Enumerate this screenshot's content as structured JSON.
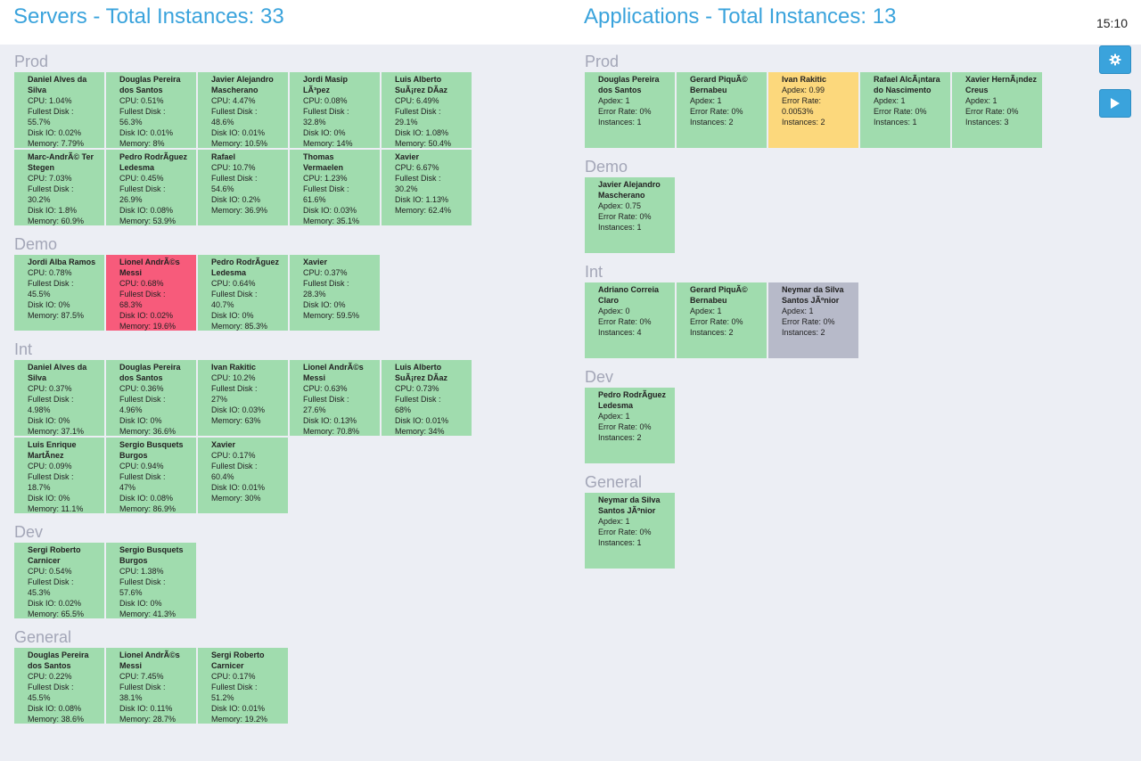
{
  "header": {
    "servers_title": "Servers - Total Instances: 33",
    "apps_title": "Applications - Total Instances: 13",
    "clock": "15:10"
  },
  "controls": {
    "settings_icon": "gear-icon",
    "play_icon": "play-icon",
    "accent_color": "#3aa3dc"
  },
  "status_colors": {
    "ok": "#a0dcae",
    "warning": "#fcd87c",
    "critical": "#f75b7b",
    "idle": "#b7bac9"
  },
  "servers": [
    {
      "env": "Prod",
      "tiles": [
        {
          "name": "Daniel Alves da Silva",
          "status": "ok",
          "lines": [
            "CPU: 1.04%",
            "Fullest Disk :",
            "55.7%",
            "Disk IO: 0.02%",
            "Memory: 7.79%"
          ]
        },
        {
          "name": "Douglas Pereira dos Santos",
          "status": "ok",
          "lines": [
            "CPU: 0.51%",
            "Fullest Disk :",
            "56.3%",
            "Disk IO: 0.01%",
            "Memory: 8%"
          ]
        },
        {
          "name": "Javier Alejandro Mascherano",
          "status": "ok",
          "lines": [
            "CPU: 4.47%",
            "Fullest Disk :",
            "48.6%",
            "Disk IO: 0.01%",
            "Memory: 10.5%"
          ]
        },
        {
          "name": "Jordi Masip LÃ³pez",
          "status": "ok",
          "lines": [
            "CPU: 0.08%",
            "Fullest Disk :",
            "32.8%",
            "Disk IO: 0%",
            "Memory: 14%"
          ]
        },
        {
          "name": "Luis Alberto SuÃ¡rez DÃaz",
          "status": "ok",
          "lines": [
            "CPU: 6.49%",
            "Fullest Disk :",
            "29.1%",
            "Disk IO: 1.08%",
            "Memory: 50.4%"
          ]
        },
        {
          "name": "Marc-AndrÃ© Ter Stegen",
          "status": "ok",
          "lines": [
            "CPU: 7.03%",
            "Fullest Disk :",
            "30.2%",
            "Disk IO: 1.8%",
            "Memory: 60.9%"
          ]
        },
        {
          "name": "Pedro RodrÃ­guez Ledesma",
          "status": "ok",
          "lines": [
            "CPU: 0.45%",
            "Fullest Disk :",
            "26.9%",
            "Disk IO: 0.08%",
            "Memory: 53.9%"
          ]
        },
        {
          "name": "Rafael",
          "status": "ok",
          "lines": [
            "CPU: 10.7%",
            "Fullest Disk :",
            "54.6%",
            "Disk IO: 0.2%",
            "Memory: 36.9%"
          ]
        },
        {
          "name": "Thomas Vermaelen",
          "status": "ok",
          "lines": [
            "CPU: 1.23%",
            "Fullest Disk :",
            "61.6%",
            "Disk IO: 0.03%",
            "Memory: 35.1%"
          ]
        },
        {
          "name": "Xavier",
          "status": "ok",
          "lines": [
            "CPU: 6.67%",
            "Fullest Disk :",
            "30.2%",
            "Disk IO: 1.13%",
            "Memory: 62.4%"
          ]
        }
      ]
    },
    {
      "env": "Demo",
      "tiles": [
        {
          "name": "Jordi Alba Ramos",
          "status": "ok",
          "lines": [
            "CPU: 0.78%",
            "Fullest Disk :",
            "45.5%",
            "Disk IO: 0%",
            "Memory: 87.5%"
          ]
        },
        {
          "name": "Lionel AndrÃ©s Messi",
          "status": "critical",
          "lines": [
            "CPU: 0.68%",
            "Fullest Disk :",
            "68.3%",
            "Disk IO: 0.02%",
            "Memory: 19.6%"
          ]
        },
        {
          "name": "Pedro RodrÃ­guez Ledesma",
          "status": "ok",
          "lines": [
            "CPU: 0.64%",
            "Fullest Disk :",
            "40.7%",
            "Disk IO: 0%",
            "Memory: 85.3%"
          ]
        },
        {
          "name": "Xavier",
          "status": "ok",
          "lines": [
            "CPU: 0.37%",
            "Fullest Disk :",
            "28.3%",
            "Disk IO: 0%",
            "Memory: 59.5%"
          ]
        }
      ]
    },
    {
      "env": "Int",
      "tiles": [
        {
          "name": "Daniel Alves da Silva",
          "status": "ok",
          "lines": [
            "CPU: 0.37%",
            "Fullest Disk :",
            "4.98%",
            "Disk IO: 0%",
            "Memory: 37.1%"
          ]
        },
        {
          "name": "Douglas Pereira dos Santos",
          "status": "ok",
          "lines": [
            "CPU: 0.36%",
            "Fullest Disk :",
            "4.96%",
            "Disk IO: 0%",
            "Memory: 36.6%"
          ]
        },
        {
          "name": "Ivan Rakitic",
          "status": "ok",
          "lines": [
            "CPU: 10.2%",
            "Fullest Disk :",
            "27%",
            "Disk IO: 0.03%",
            "Memory: 63%"
          ]
        },
        {
          "name": "Lionel AndrÃ©s Messi",
          "status": "ok",
          "lines": [
            "CPU: 0.63%",
            "Fullest Disk :",
            "27.6%",
            "Disk IO: 0.13%",
            "Memory: 70.8%"
          ]
        },
        {
          "name": "Luis Alberto SuÃ¡rez DÃaz",
          "status": "ok",
          "lines": [
            "CPU: 0.73%",
            "Fullest Disk :",
            "68%",
            "Disk IO: 0.01%",
            "Memory: 34%"
          ]
        },
        {
          "name": "Luis Enrique MartÃnez",
          "status": "ok",
          "lines": [
            "CPU: 0.09%",
            "Fullest Disk :",
            "18.7%",
            "Disk IO: 0%",
            "Memory: 11.1%"
          ]
        },
        {
          "name": "Sergio Busquets Burgos",
          "status": "ok",
          "lines": [
            "CPU: 0.94%",
            "Fullest Disk :",
            "47%",
            "Disk IO: 0.08%",
            "Memory: 86.9%"
          ]
        },
        {
          "name": "Xavier",
          "status": "ok",
          "lines": [
            "CPU: 0.17%",
            "Fullest Disk :",
            "60.4%",
            "Disk IO: 0.01%",
            "Memory: 30%"
          ]
        }
      ]
    },
    {
      "env": "Dev",
      "tiles": [
        {
          "name": "Sergi Roberto Carnicer",
          "status": "ok",
          "lines": [
            "CPU: 0.54%",
            "Fullest Disk :",
            "45.3%",
            "Disk IO: 0.02%",
            "Memory: 65.5%"
          ]
        },
        {
          "name": "Sergio Busquets Burgos",
          "status": "ok",
          "lines": [
            "CPU: 1.38%",
            "Fullest Disk :",
            "57.6%",
            "Disk IO: 0%",
            "Memory: 41.3%"
          ]
        }
      ]
    },
    {
      "env": "General",
      "tiles": [
        {
          "name": "Douglas Pereira dos Santos",
          "status": "ok",
          "lines": [
            "CPU: 0.22%",
            "Fullest Disk :",
            "45.5%",
            "Disk IO: 0.08%",
            "Memory: 38.6%"
          ]
        },
        {
          "name": "Lionel AndrÃ©s Messi",
          "status": "ok",
          "lines": [
            "CPU: 7.45%",
            "Fullest Disk :",
            "38.1%",
            "Disk IO: 0.11%",
            "Memory: 28.7%"
          ]
        },
        {
          "name": "Sergi Roberto Carnicer",
          "status": "ok",
          "lines": [
            "CPU: 0.17%",
            "Fullest Disk :",
            "51.2%",
            "Disk IO: 0.01%",
            "Memory: 19.2%"
          ]
        }
      ]
    }
  ],
  "applications": [
    {
      "env": "Prod",
      "tiles": [
        {
          "name": "Douglas Pereira dos Santos",
          "status": "ok",
          "lines": [
            "Apdex: 1",
            "Error Rate: 0%",
            "Instances: 1"
          ]
        },
        {
          "name": "Gerard PiquÃ© Bernabeu",
          "status": "ok",
          "lines": [
            "Apdex: 1",
            "Error Rate: 0%",
            "Instances: 2"
          ]
        },
        {
          "name": "Ivan Rakitic",
          "status": "warning",
          "lines": [
            "Apdex: 0.99",
            "Error Rate:",
            "0.0053%",
            "Instances: 2"
          ]
        },
        {
          "name": "Rafael AlcÃ¡ntara do Nascimento",
          "status": "ok",
          "lines": [
            "Apdex: 1",
            "Error Rate: 0%",
            "Instances: 1"
          ]
        },
        {
          "name": "Xavier HernÃ¡ndez Creus",
          "status": "ok",
          "lines": [
            "Apdex: 1",
            "Error Rate: 0%",
            "Instances: 3"
          ]
        }
      ]
    },
    {
      "env": "Demo",
      "tiles": [
        {
          "name": "Javier Alejandro Mascherano",
          "status": "ok",
          "lines": [
            "Apdex: 0.75",
            "Error Rate: 0%",
            "Instances: 1"
          ]
        }
      ]
    },
    {
      "env": "Int",
      "tiles": [
        {
          "name": "Adriano Correia Claro",
          "status": "ok",
          "lines": [
            "Apdex: 0",
            "Error Rate: 0%",
            "Instances: 4"
          ]
        },
        {
          "name": "Gerard PiquÃ© Bernabeu",
          "status": "ok",
          "lines": [
            "Apdex: 1",
            "Error Rate: 0%",
            "Instances: 2"
          ]
        },
        {
          "name": "Neymar da Silva Santos JÃºnior",
          "status": "idle",
          "lines": [
            "Apdex: 1",
            "Error Rate: 0%",
            "Instances: 2"
          ]
        }
      ]
    },
    {
      "env": "Dev",
      "tiles": [
        {
          "name": "Pedro RodrÃ­guez Ledesma",
          "status": "ok",
          "lines": [
            "Apdex: 1",
            "Error Rate: 0%",
            "Instances: 2"
          ]
        }
      ]
    },
    {
      "env": "General",
      "tiles": [
        {
          "name": "Neymar da Silva Santos JÃºnior",
          "status": "ok",
          "lines": [
            "Apdex: 1",
            "Error Rate: 0%",
            "Instances: 1"
          ]
        }
      ]
    }
  ]
}
